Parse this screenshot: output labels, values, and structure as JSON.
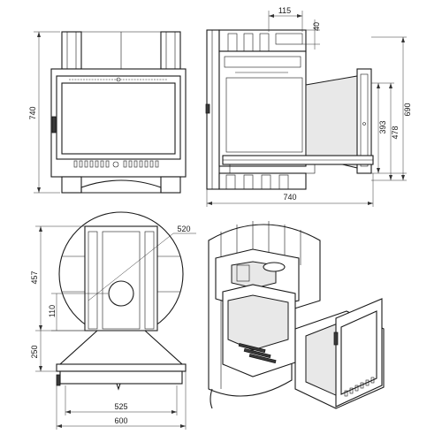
{
  "colors": {
    "line": "#1a1a1a",
    "dimension": "#333333",
    "shade": "#e8e8e8",
    "background": "#ffffff"
  },
  "dimensions": {
    "front_height": "740",
    "side_width": "740",
    "side_top_width": "115",
    "side_top_offset": "40",
    "side_inner_height": "393",
    "side_mid_height": "478",
    "side_total_height": "690",
    "plan_radius": "520",
    "plan_depth": "457",
    "plan_hole_offset": "110",
    "plan_base_depth": "250",
    "plan_inner_width": "525",
    "plan_total_width": "600"
  }
}
